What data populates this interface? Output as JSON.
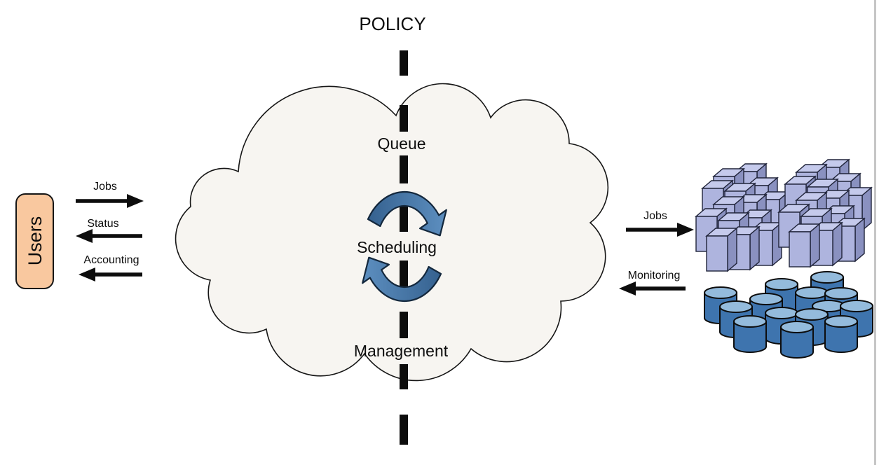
{
  "diagram_title": "POLICY",
  "users": {
    "label": "Users"
  },
  "cloud": {
    "queue_label": "Queue",
    "scheduling_label": "Scheduling",
    "management_label": "Management"
  },
  "user_flows": [
    {
      "label": "Jobs",
      "direction": "right"
    },
    {
      "label": "Status",
      "direction": "left"
    },
    {
      "label": "Accounting",
      "direction": "left"
    }
  ],
  "resource_flows": [
    {
      "label": "Jobs",
      "direction": "right"
    },
    {
      "label": "Monitoring",
      "direction": "left"
    }
  ],
  "resources": {
    "servers_icon": "server-cluster-icon",
    "databases_icon": "database-cluster-icon"
  },
  "colors": {
    "users_box_fill": "#F9C89F",
    "cloud_fill": "#F7F5F1",
    "arrow_dark_blue": "#35618F",
    "arrow_light_blue": "#5D8FC0",
    "server_front": "#AEB4DE",
    "server_top": "#C5CAEC",
    "server_side": "#8A91C0",
    "db_body": "#3E74AE",
    "db_top": "#94BBDC",
    "line_black": "#0D0D0D",
    "page_edge_gray": "#C6C6C6"
  }
}
